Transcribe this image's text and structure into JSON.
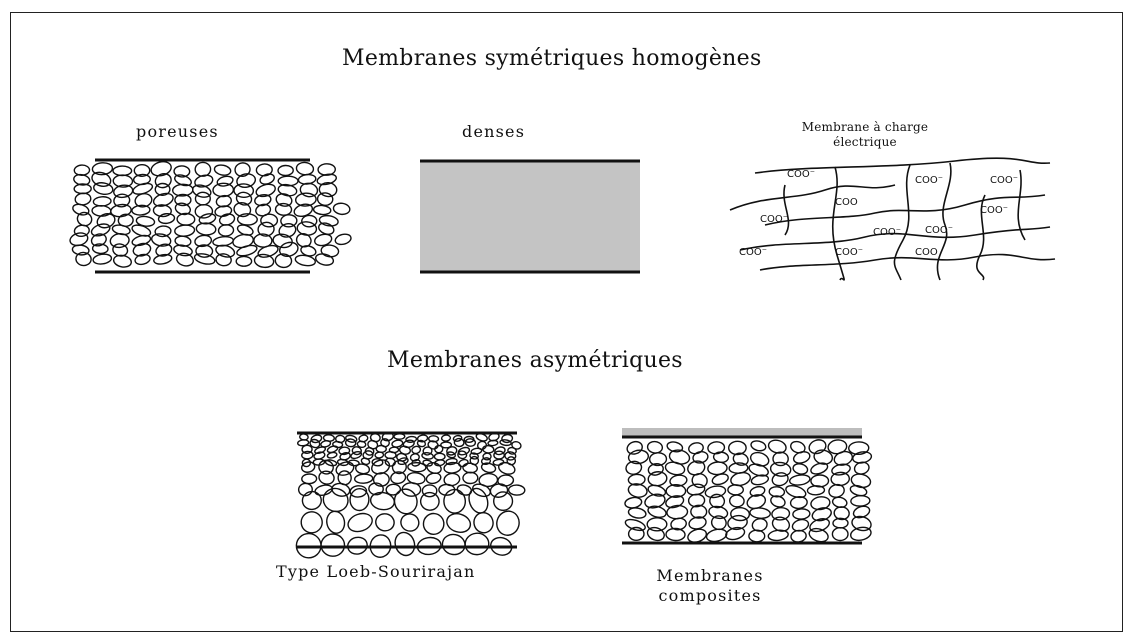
{
  "diagram": {
    "title_symmetric": "Membranes symétriques homogènes",
    "title_asymmetric": "Membranes asymétriques",
    "symmetric": {
      "porous_label": "poreuses",
      "dense_label": "denses",
      "charged_label_line1": "Membrane à charge",
      "charged_label_line2": "électrique",
      "charge_groups": [
        "COO⁻",
        "COO⁻",
        "COO⁻",
        "COO",
        "COO⁻",
        "COO⁻",
        "COO⁻",
        "COO⁻",
        "COO⁻",
        "COO⁻",
        "COO"
      ]
    },
    "asymmetric": {
      "loeb_label": "Type Loeb-Sourirajan",
      "composite_label_line1": "Membranes",
      "composite_label_line2": "composites"
    },
    "colors": {
      "dense_fill": "#c4c4c4",
      "line": "#111111",
      "composite_skin": "#bdbdbd"
    }
  }
}
